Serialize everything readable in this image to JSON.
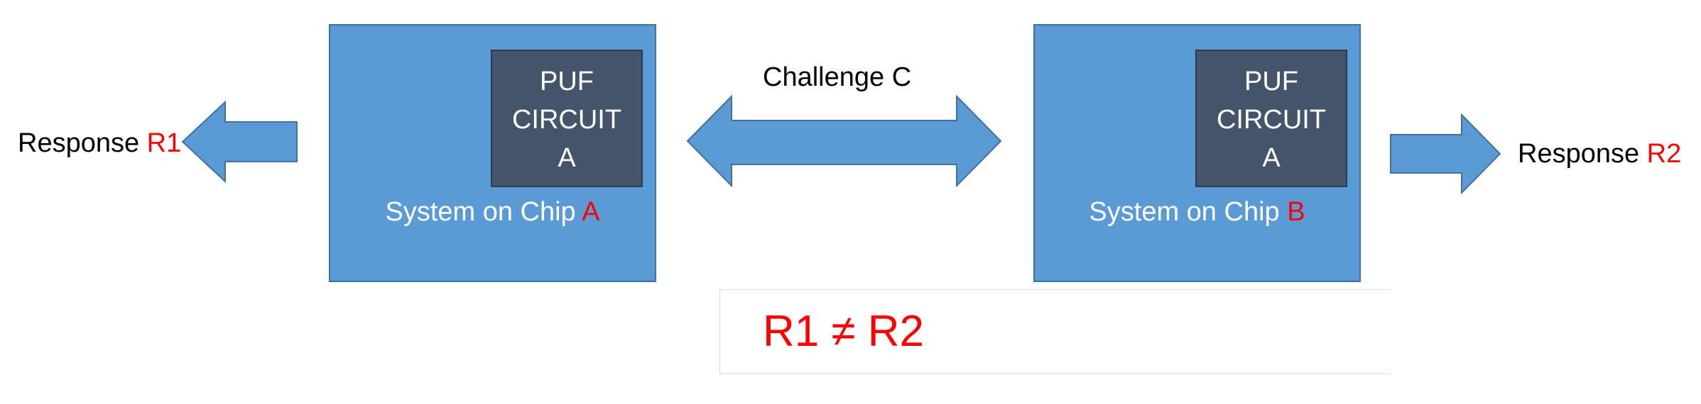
{
  "colors": {
    "chip_fill": "#5b9bd5",
    "chip_stroke": "#41719c",
    "puf_fill": "#44546a",
    "highlight": "#ff0000",
    "text": "#000000",
    "text_on_dark": "#ffffff"
  },
  "left_response": {
    "prefix": "Response ",
    "value": "R1"
  },
  "chip_a": {
    "label_prefix": "System on Chip ",
    "label_suffix": "A",
    "puf": {
      "line1": "PUF",
      "line2": "CIRCUIT",
      "line3": "A"
    }
  },
  "challenge": {
    "label": "Challenge C"
  },
  "chip_b": {
    "label_prefix": "System on Chip ",
    "label_suffix": "B",
    "puf": {
      "line1": "PUF",
      "line2": "CIRCUIT",
      "line3": "A"
    }
  },
  "right_response": {
    "prefix": "Response ",
    "value": "R2"
  },
  "result": {
    "text": "R1 ≠ R2"
  },
  "icons": {
    "left_arrow": "arrow-left-icon",
    "double_arrow": "double-arrow-icon",
    "right_arrow": "arrow-right-icon"
  }
}
